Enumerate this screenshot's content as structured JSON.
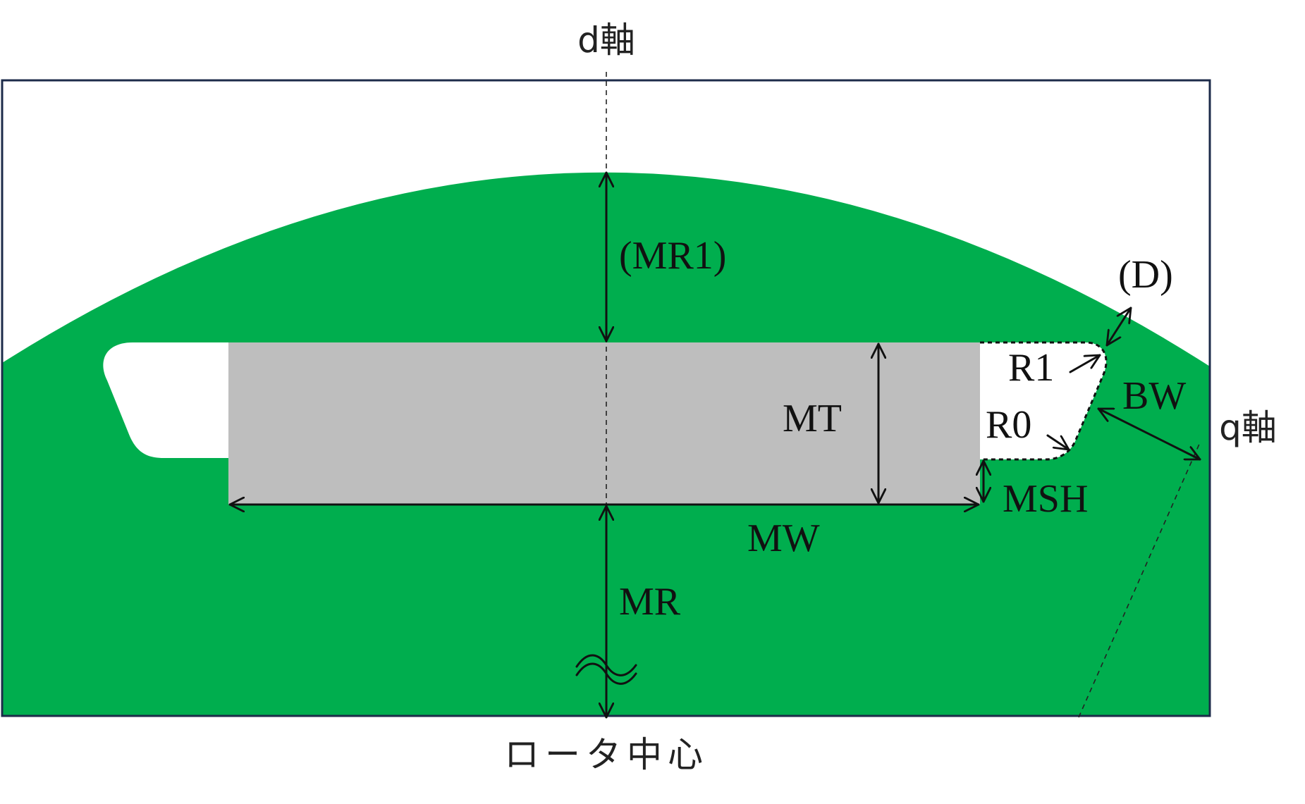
{
  "labels": {
    "d_axis": "d軸",
    "q_axis": "q軸",
    "rotor_center": "ロータ中心",
    "mr1": "(MR1)",
    "d": "(D)",
    "r1": "R1",
    "r0": "R0",
    "bw": "BW",
    "mt": "MT",
    "msh": "MSH",
    "mw": "MW",
    "mr": "MR"
  },
  "colors": {
    "rotor_core": "#00ae4e",
    "magnet": "#bebebe",
    "frame": "#1c2b4a",
    "line": "#111111",
    "background": "#ffffff"
  }
}
